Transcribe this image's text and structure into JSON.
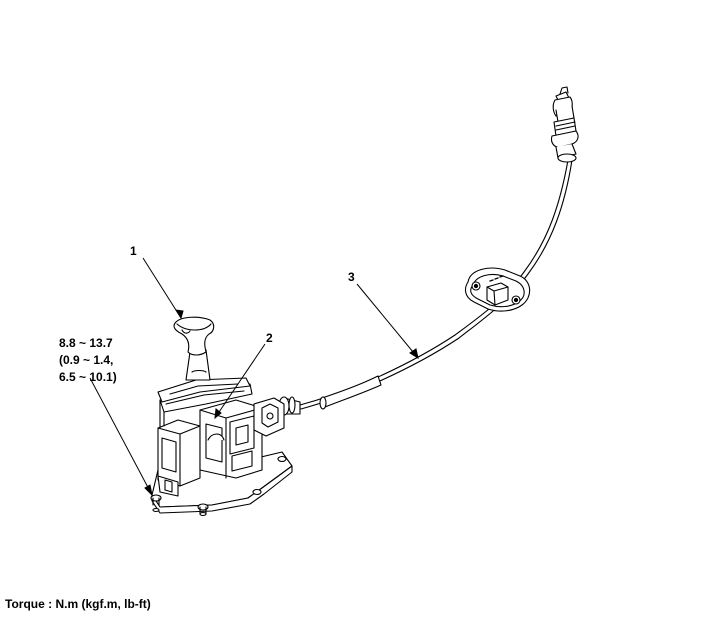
{
  "callouts": {
    "c1": "1",
    "c2": "2",
    "c3": "3"
  },
  "torque_spec": {
    "line1": "8.8 ~ 13.7",
    "line2": "(0.9 ~ 1.4,",
    "line3": "6.5 ~ 10.1)"
  },
  "footer_note": "Torque : N.m (kgf.m, lb-ft)"
}
